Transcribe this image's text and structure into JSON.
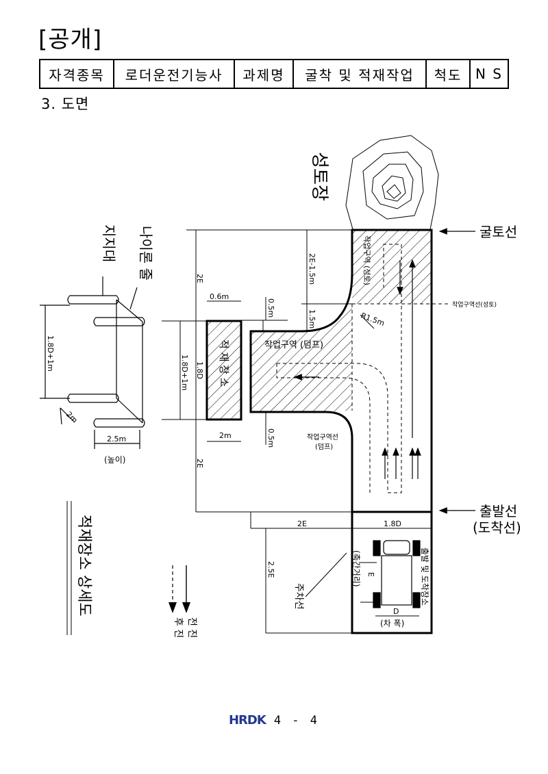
{
  "header": {
    "label": "[공개]"
  },
  "info_table": {
    "cells": [
      {
        "label": "자격종목"
      },
      {
        "label": "로더운전기능사"
      },
      {
        "label": "과제명"
      },
      {
        "label": "굴착 및 적재작업"
      },
      {
        "label": "척도"
      },
      {
        "label": "N S"
      }
    ]
  },
  "section_title": "3. 도면",
  "drawing": {
    "soil_field": "성토장",
    "excavation_line": "굴토선",
    "start_line_1": "출발선",
    "start_line_2": "(도착선)",
    "work_line_fill": "작업구역선(성토)",
    "work_area_fill": "작업구역 (성토)",
    "work_area_dump": "작업구역 (덤프)",
    "work_line_dump_1": "작업구역선",
    "work_line_dump_2": "(덤프)",
    "loading_place": "적 재 장 소",
    "start_arrival_place": "출발 및 도착장소",
    "parking_line": "주차선",
    "wheelbase": "(축간거리)",
    "vehicle_width": "(차 폭)",
    "support": "지지대",
    "nylon_rope": "나이론 줄",
    "height": "(높이)",
    "detail_title": "적재장소 상세도",
    "forward": "전 진",
    "backward": "후 진",
    "dims": {
      "d_2e_top": "2E",
      "d_2e_mid": "2E-1.5m",
      "d_15m": "1.5m",
      "d_05m_top": "0.5m",
      "d_06m": "0.6m",
      "d_18d_1m": "1.8D+1m",
      "d_18d": "1.8D",
      "d_2m": "2m",
      "d_05m_bot": "0.5m",
      "d_2e_bot": "2E",
      "d_r15": "R1.5m",
      "d_2e_horiz": "2E",
      "d_18d_horiz": "1.8D",
      "d_25e": "2.5E",
      "d_e": "E",
      "d_d": "D",
      "d_detail_18d": "1.8D+1m",
      "d_detail_2m": "2m",
      "d_detail_25m": "2.5m"
    }
  },
  "footer": {
    "logo": "HRDK",
    "page": "4 - 4"
  }
}
